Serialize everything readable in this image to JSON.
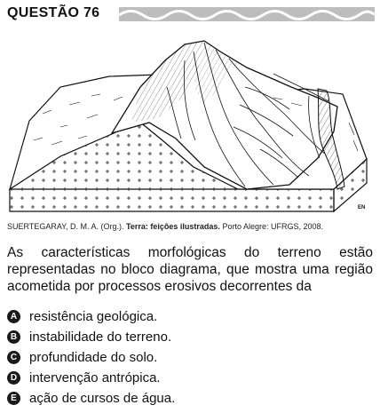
{
  "question": {
    "title": "QUESTÃO 76"
  },
  "figure": {
    "signature": "EN"
  },
  "caption": {
    "authors": "SUERTEGARAY, D. M. A. (Org.).",
    "title": "Terra: feições ilustradas.",
    "publisher": "Porto Alegre: UFRGS, 2008."
  },
  "stem": "As características morfológicas do terreno estão representadas no bloco diagrama, que mostra uma região acometida por processos erosivos decorrentes da",
  "options": [
    {
      "letter": "A",
      "text": "resistência geológica."
    },
    {
      "letter": "B",
      "text": "instabilidade do terreno."
    },
    {
      "letter": "C",
      "text": "profundidade do solo."
    },
    {
      "letter": "D",
      "text": "intervenção antrópica."
    },
    {
      "letter": "E",
      "text": "ação de cursos de água."
    }
  ]
}
